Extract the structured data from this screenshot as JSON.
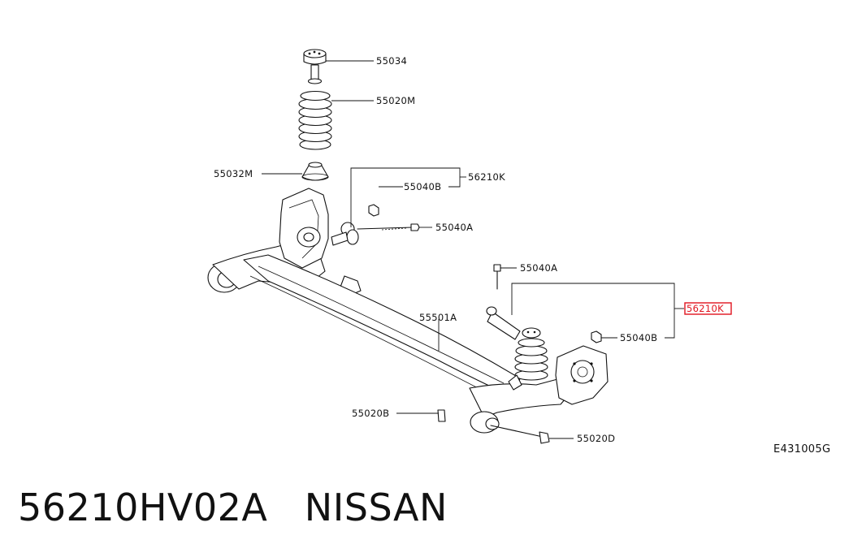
{
  "diagram": {
    "drawing_code": "E431005G",
    "callouts": {
      "bump_stopper_cap": "55034",
      "coil_spring": "55020M",
      "spring_seat": "55032M",
      "arm_assembly_top": "56210K",
      "bushing_top": "55040B",
      "bolt_top": "55040A",
      "axle_beam": "55501A",
      "bolt_right": "55040A",
      "arm_assembly_right": "56210K",
      "bushing_right": "55040B",
      "nut_bottom": "55020B",
      "bolt_bottom": "55020D"
    },
    "highlight_color": "#e0141e"
  },
  "footer": {
    "part_number": "56210HV02A",
    "brand": "NISSAN"
  }
}
